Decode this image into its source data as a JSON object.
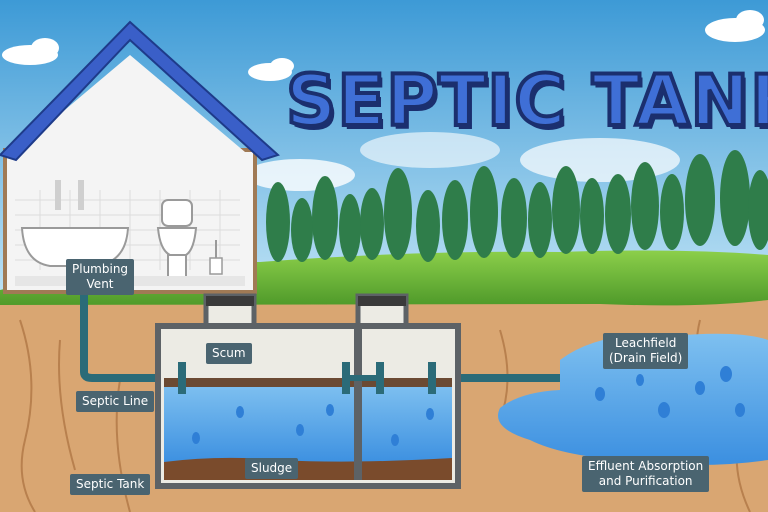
{
  "title": "SEPTIC TANK",
  "labels": {
    "plumbing_vent": "Plumbing\nVent",
    "septic_line": "Septic Line",
    "septic_tank": "Septic Tank",
    "scum": "Scum",
    "sludge": "Sludge",
    "leachfield": "Leachfield\n(Drain Field)",
    "effluent": "Effluent Absorption\nand Purification"
  },
  "colors": {
    "sky": "#5ab0de",
    "grass": "#6fb83a",
    "soil": "#d9a672",
    "water": "#5aa6e8",
    "sludge": "#7a4b2c",
    "roof": "#3a5fc8",
    "tank_wall": "#5d6266",
    "label_bg": "#4a6470",
    "title_fill": "#3f6fd6",
    "title_outline": "#1b2f6e"
  }
}
